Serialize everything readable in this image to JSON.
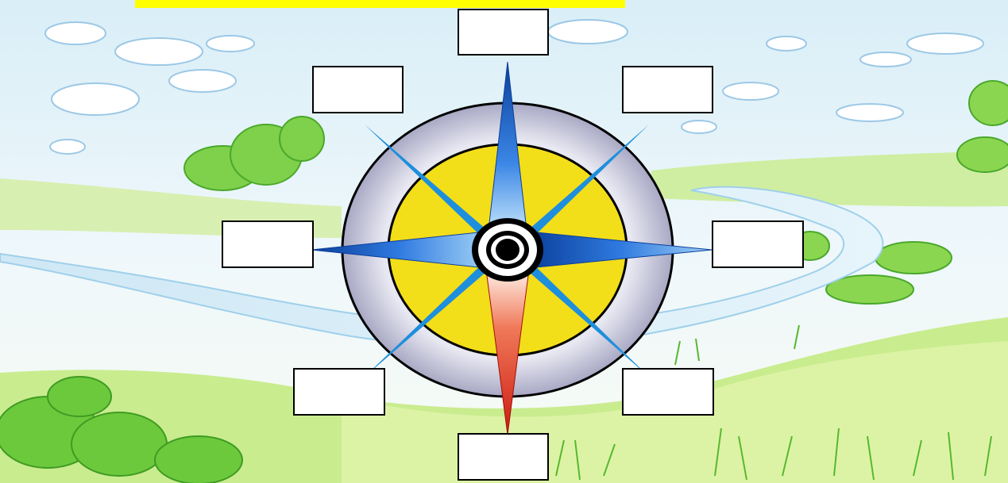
{
  "worksheet": {
    "highlight_color": "#ffff00"
  },
  "compass": {
    "needle_north_color": "#1e5fc4",
    "needle_south_color": "#e02a1e",
    "ring_color": "#b9b9cf",
    "inner_disc_color": "#f3de1a"
  },
  "direction_boxes": [
    {
      "id": "north",
      "value": ""
    },
    {
      "id": "north-west",
      "value": ""
    },
    {
      "id": "north-east",
      "value": ""
    },
    {
      "id": "west",
      "value": ""
    },
    {
      "id": "east",
      "value": ""
    },
    {
      "id": "south-west",
      "value": ""
    },
    {
      "id": "south-east",
      "value": ""
    },
    {
      "id": "south",
      "value": ""
    }
  ]
}
